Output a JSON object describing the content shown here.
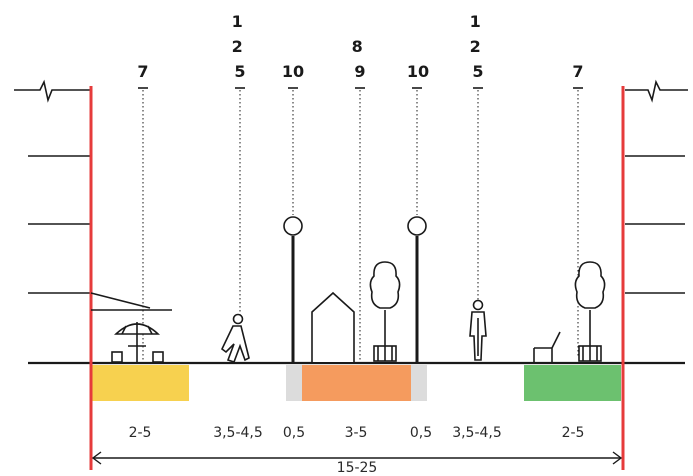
{
  "colors": {
    "building_edge": "#e63b3b",
    "zone_yellow": "#f7d14f",
    "zone_orange": "#f59b5e",
    "zone_grey": "#dcdcdc",
    "zone_green": "#6cc16f",
    "ink": "#1a1a1a"
  },
  "top_labels": [
    {
      "id": "c1",
      "lines": [
        "7"
      ]
    },
    {
      "id": "c2",
      "lines": [
        "1",
        "2",
        "5"
      ]
    },
    {
      "id": "c3",
      "lines": [
        "10"
      ]
    },
    {
      "id": "c4",
      "lines": [
        "8",
        "9"
      ]
    },
    {
      "id": "c5",
      "lines": [
        "10"
      ]
    },
    {
      "id": "c6",
      "lines": [
        "1",
        "2",
        "5"
      ]
    },
    {
      "id": "c7",
      "lines": [
        "7"
      ]
    }
  ],
  "zones": [
    {
      "id": "z1",
      "label": "2-5",
      "fill": "yellow"
    },
    {
      "id": "z2",
      "label": "3,5-4,5",
      "fill": "none"
    },
    {
      "id": "z3",
      "label": "0,5",
      "fill": "grey"
    },
    {
      "id": "z4",
      "label": "3-5",
      "fill": "orange"
    },
    {
      "id": "z5",
      "label": "0,5",
      "fill": "grey"
    },
    {
      "id": "z6",
      "label": "3,5-4,5",
      "fill": "none"
    },
    {
      "id": "z7",
      "label": "2-5",
      "fill": "green"
    }
  ],
  "total_width_label": "15-25",
  "icons": [
    "cafe-umbrella-icon",
    "pedestrian-icon",
    "street-lamp-icon",
    "kiosk-icon",
    "tree-icon",
    "standing-person-icon",
    "bench-icon"
  ]
}
